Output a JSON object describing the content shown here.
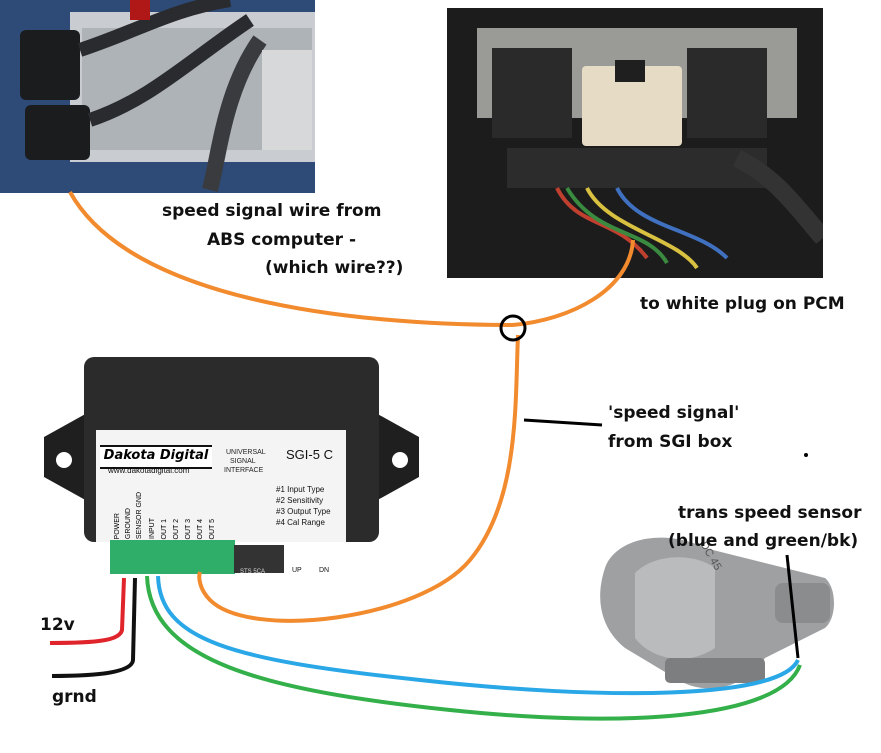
{
  "annotations": {
    "abs_line1": "speed signal wire from",
    "abs_line2": "ABS computer -",
    "abs_line3": "(which wire??)",
    "pcm": "to white plug on PCM",
    "sgi_line1": "'speed signal'",
    "sgi_line2": "from SGI box",
    "trans_line1": "trans speed sensor",
    "trans_line2": "(blue and green/bk)",
    "v12": "12v",
    "grnd": "grnd"
  },
  "sgi_box": {
    "brand": "Dakota Digital",
    "website": "www.dakotadigital.com",
    "desc1": "UNIVERSAL",
    "desc2": "SIGNAL",
    "desc3": "INTERFACE",
    "model": "SGI-5 C",
    "settings": [
      "#1 Input Type",
      "#2 Sensitivity",
      "#3 Output Type",
      "#4 Cal Range"
    ],
    "terminals": [
      "POWER",
      "GROUND",
      "SENSOR GND",
      "INPUT",
      "OUT 1",
      "OUT 2",
      "OUT 3",
      "OUT 4",
      "OUT 5"
    ],
    "dip_label": "STS 5CA",
    "up": "UP",
    "dn": "DN"
  },
  "transmission": {
    "casting": "DC 45"
  },
  "colors": {
    "signal_wire": "#f28a2e",
    "power_wire": "#e0242b",
    "ground_wire": "#111111",
    "sensor_blue": "#2aa7e6",
    "sensor_green": "#33b04a",
    "pointer": "#000000"
  }
}
